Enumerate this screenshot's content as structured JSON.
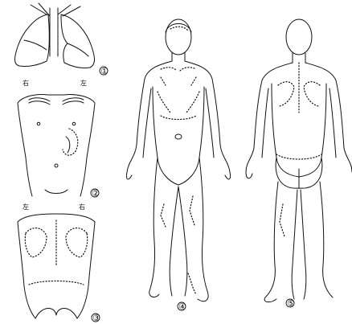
{
  "labels": {
    "fig1": "①",
    "fig2": "②",
    "fig3": "③",
    "fig4": "④",
    "fig5": "⑤"
  },
  "side_labels": {
    "front_right": "右",
    "front_left": "左",
    "back_left": "左",
    "back_right": "右"
  }
}
